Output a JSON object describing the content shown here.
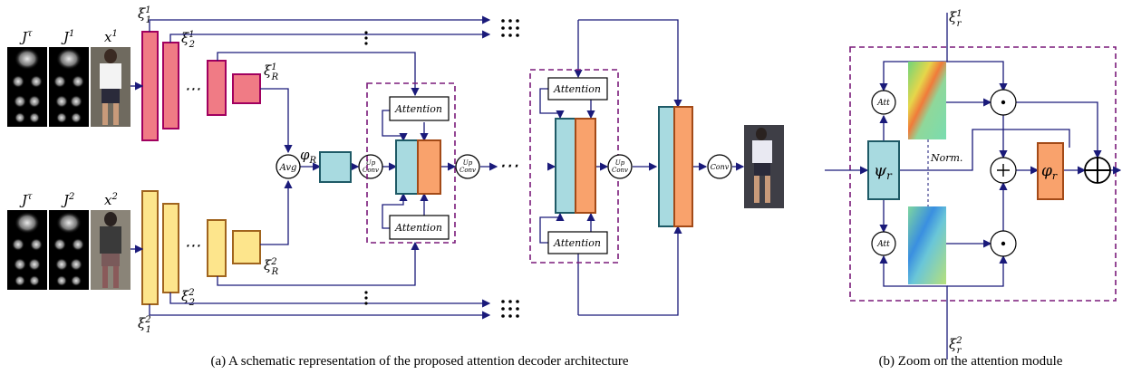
{
  "captions": {
    "a": "(a) A schematic representation of the proposed attention decoder architecture",
    "b": "(b) Zoom on the attention module"
  },
  "labels": {
    "J_tau": "J^τ",
    "J1": "J^1",
    "x1": "x^1",
    "J2": "J^2",
    "x2": "x^2",
    "xi11": "ξ_1^1",
    "xi21": "ξ_2^1",
    "xiR1": "ξ_R^1",
    "xi12": "ξ_1^2",
    "xi22": "ξ_2^2",
    "xiR2": "ξ_R^2",
    "phiR": "φ_R",
    "avg": "Avg",
    "upconv_top": "Up",
    "upconv_bot": "Conv",
    "conv": "Conv",
    "attention": "Attention",
    "dots_h": "⋯",
    "att": "Att",
    "norm": "Norm.",
    "psi_r": "ψ_r",
    "phi_r": "φ_r",
    "xi_r1": "ξ_r^1",
    "xi_r2": "ξ_r^2",
    "odot": "⊙",
    "oplus": "+",
    "bigoplus": "⊕"
  },
  "colors": {
    "pink": "#f07b85",
    "pink_stroke": "#a1005f",
    "yellow": "#fde58c",
    "yellow_stroke": "#a0641e",
    "blue": "#a8dae0",
    "blue_stroke": "#1e5a66",
    "orange": "#f9a26c",
    "orange_stroke": "#a34a17",
    "arrow": "#1a1a7a",
    "dashed": "#7a1a7a"
  }
}
